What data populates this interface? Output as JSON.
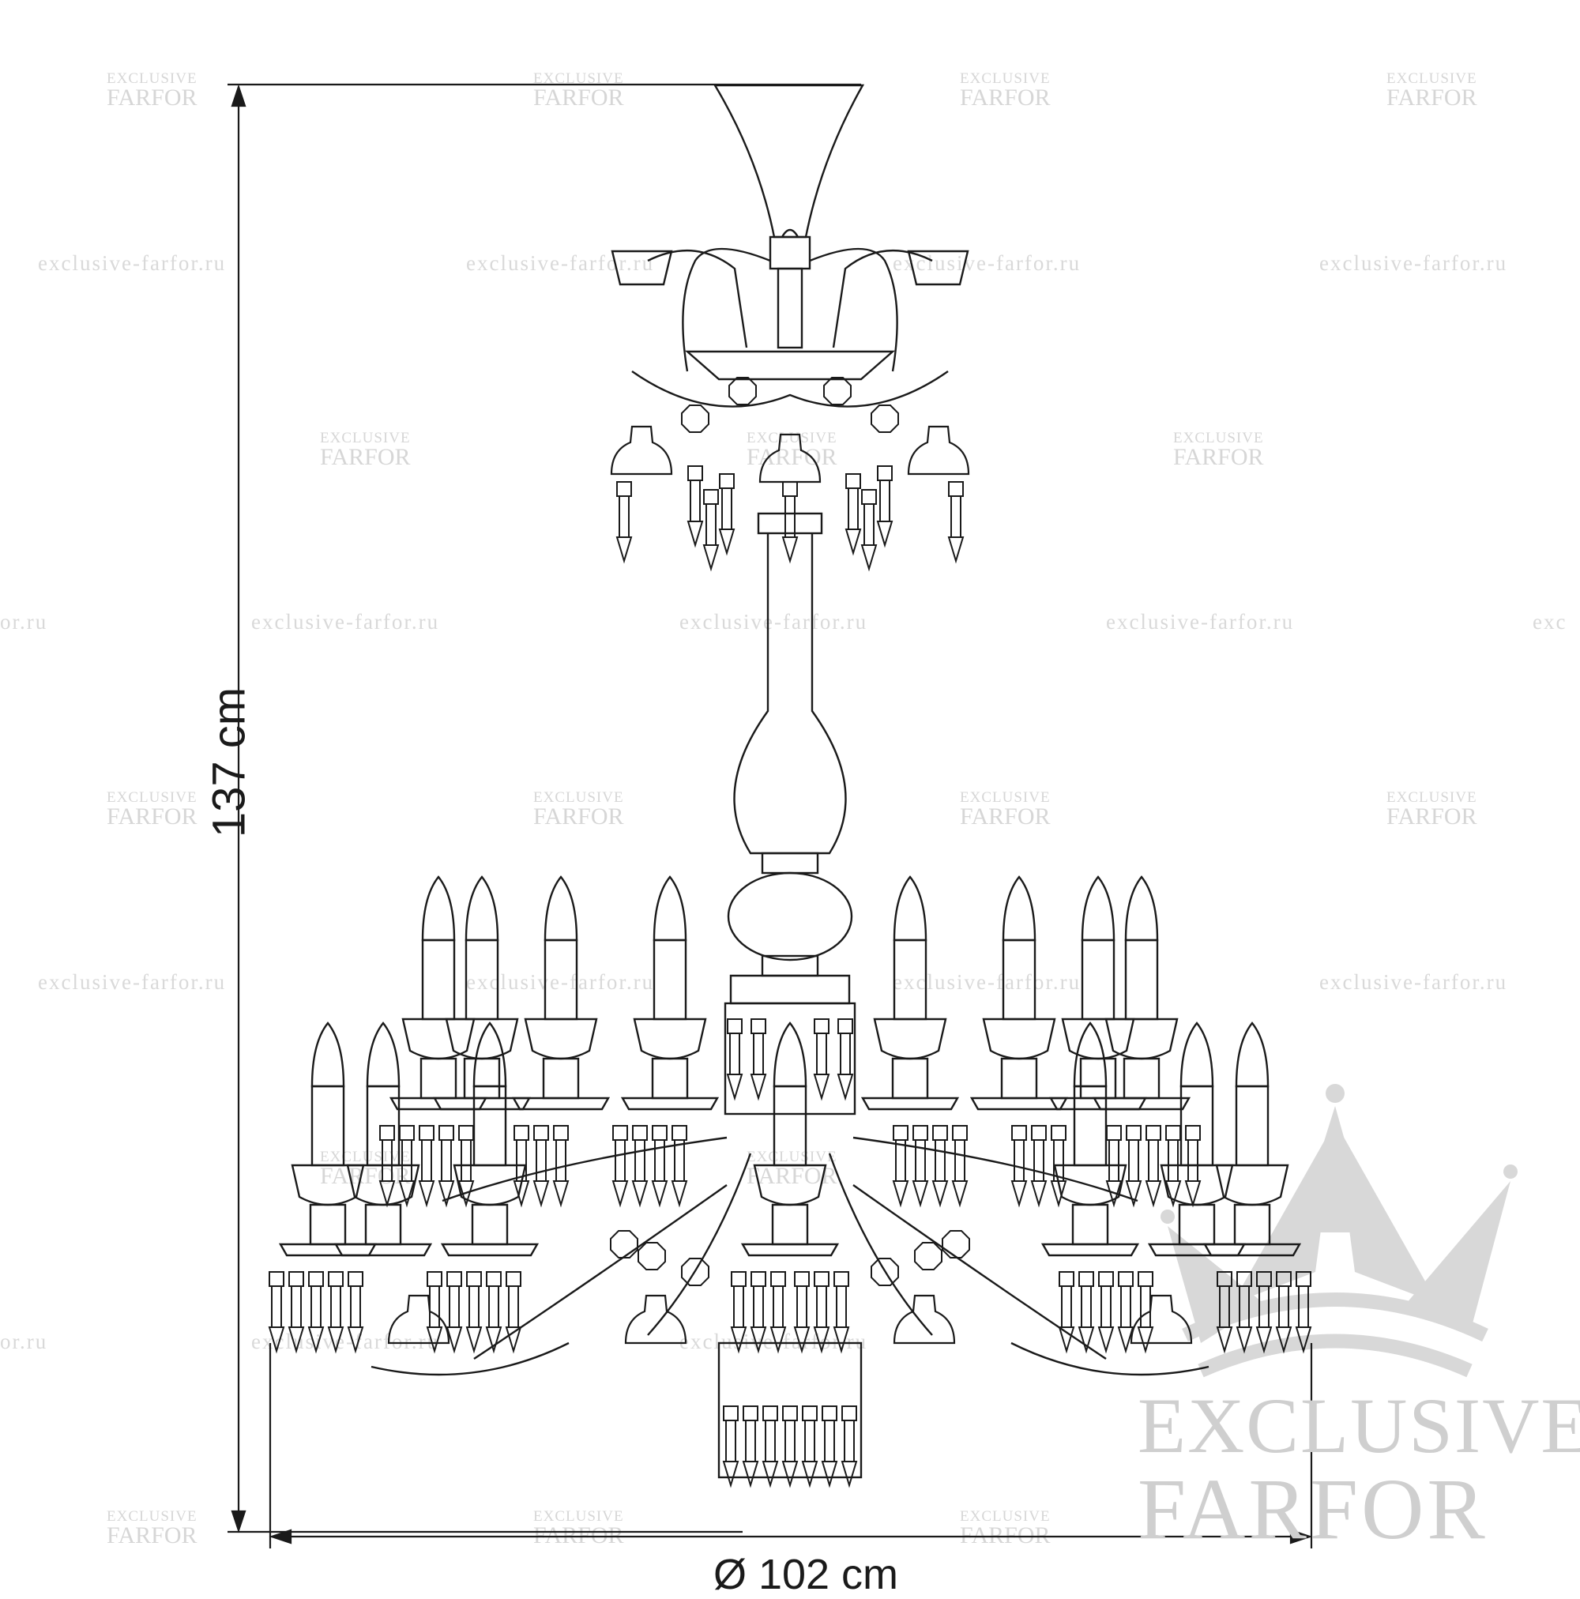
{
  "dimensions": {
    "height": "137 cm",
    "diameter": "Ø 102 cm"
  },
  "watermark": {
    "small_line1": "EXCLUSIVE",
    "small_line2": "FARFOR",
    "url": "exclusive-farfor.ru",
    "url_clipped_left": "or.ru",
    "url_clipped_right": "exc",
    "brand_line1": "EXCLUSIVE",
    "brand_line2": "FARFOR"
  },
  "colors": {
    "line": "#1a1a1a",
    "watermark": "#d6d6d6",
    "brand_watermark": "#cfcfcf"
  }
}
